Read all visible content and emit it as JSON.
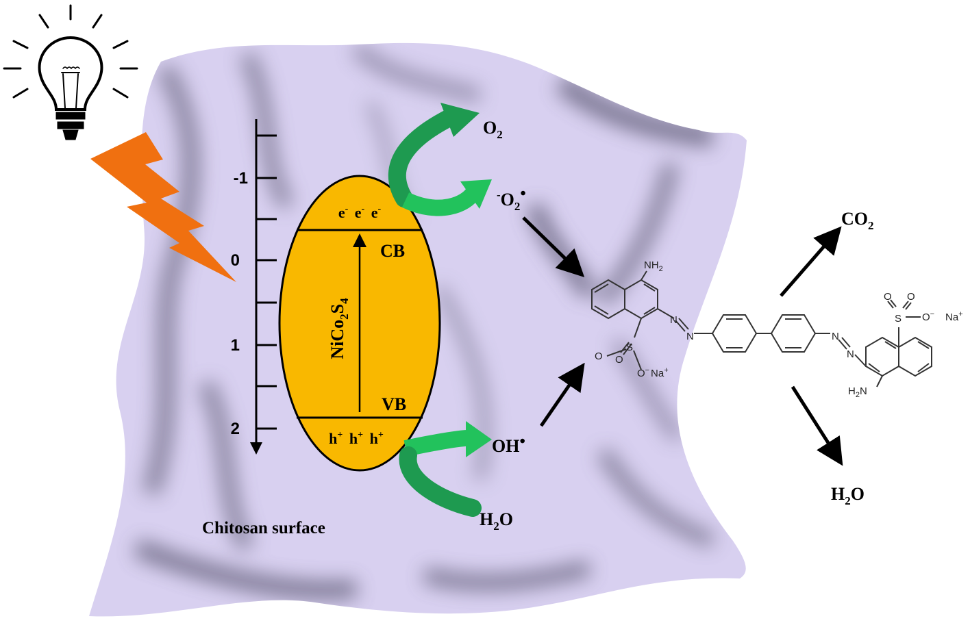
{
  "colors": {
    "surface": "#d8d0f0",
    "surface_shadow": "#6e6a84",
    "ellipse": "#f9b800",
    "lightning": "#f07010",
    "arrow_green": "#1e9a50",
    "arrow_green_light": "#22c25c"
  },
  "icons": {
    "bulb": "light-bulb-icon",
    "bolt": "lightning-bolt-icon"
  },
  "axis": {
    "ticks": [
      "-1",
      "0",
      "1",
      "2"
    ]
  },
  "band": {
    "material_base": "NiCo",
    "material_sub1": "2",
    "material_mid": "S",
    "material_sub2": "4",
    "cb_label": "CB",
    "vb_label": "VB",
    "electron": "e",
    "electron_sup": "-",
    "hole": "h",
    "hole_sup": "+"
  },
  "species": {
    "o2_base": "O",
    "o2_sub": "2",
    "superoxide_pre": "-",
    "superoxide_base": "O",
    "superoxide_sub": "2",
    "superoxide_dot": "•",
    "hydroxyl_base": "OH",
    "hydroxyl_dot": "•",
    "water_in_a": "H",
    "water_in_sub": "2",
    "water_in_b": "O",
    "co2_base": "CO",
    "co2_sub": "2",
    "water_out_a": "H",
    "water_out_sub": "2",
    "water_out_b": "O"
  },
  "surface_label": "Chitosan surface",
  "molecule": {
    "nh2_top": "NH",
    "nh2_top_sub": "2",
    "h2n_bottom_a": "H",
    "h2n_bottom_sub": "2",
    "h2n_bottom_b": "N",
    "n": "N",
    "s": "S",
    "o": "O",
    "o_minus": "O",
    "o_minus_sup": "−",
    "na": "Na",
    "na_sup": "+"
  }
}
